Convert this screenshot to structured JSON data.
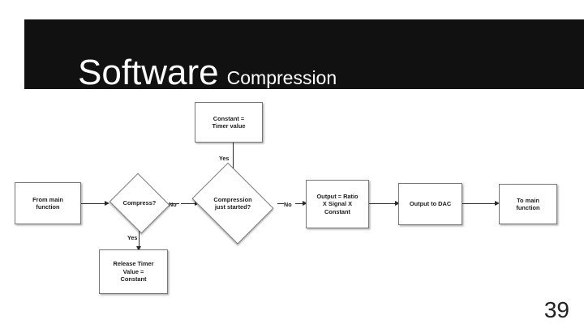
{
  "slide": {
    "title_main": "Software",
    "title_sub": "Compression",
    "number": "39"
  },
  "chart_data": {
    "type": "diagram",
    "title": "Software Compression",
    "nodes": [
      {
        "id": "from-main",
        "shape": "rect",
        "label": "From main\nfunction"
      },
      {
        "id": "compress",
        "shape": "diamond",
        "label": "Compress?"
      },
      {
        "id": "release-timer",
        "shape": "rect",
        "label": "Release Timer\nValue =\nConstant"
      },
      {
        "id": "just-started",
        "shape": "diamond",
        "label": "Compression\njust started?"
      },
      {
        "id": "constant-timer",
        "shape": "rect",
        "label": "Constant =\nTimer value"
      },
      {
        "id": "output-ratio",
        "shape": "rect",
        "label": "Output = Ratio\nX Signal X\nConstant"
      },
      {
        "id": "output-dac",
        "shape": "rect",
        "label": "Output to DAC"
      },
      {
        "id": "to-main",
        "shape": "rect",
        "label": "To main\nfunction"
      }
    ],
    "edges": [
      {
        "from": "from-main",
        "to": "compress",
        "label": ""
      },
      {
        "from": "compress",
        "to": "just-started",
        "label": "No"
      },
      {
        "from": "compress",
        "to": "release-timer",
        "label": "Yes"
      },
      {
        "from": "just-started",
        "to": "constant-timer",
        "label": "Yes"
      },
      {
        "from": "just-started",
        "to": "output-ratio",
        "label": "No"
      },
      {
        "from": "output-ratio",
        "to": "output-dac",
        "label": ""
      },
      {
        "from": "output-dac",
        "to": "to-main",
        "label": ""
      }
    ]
  }
}
